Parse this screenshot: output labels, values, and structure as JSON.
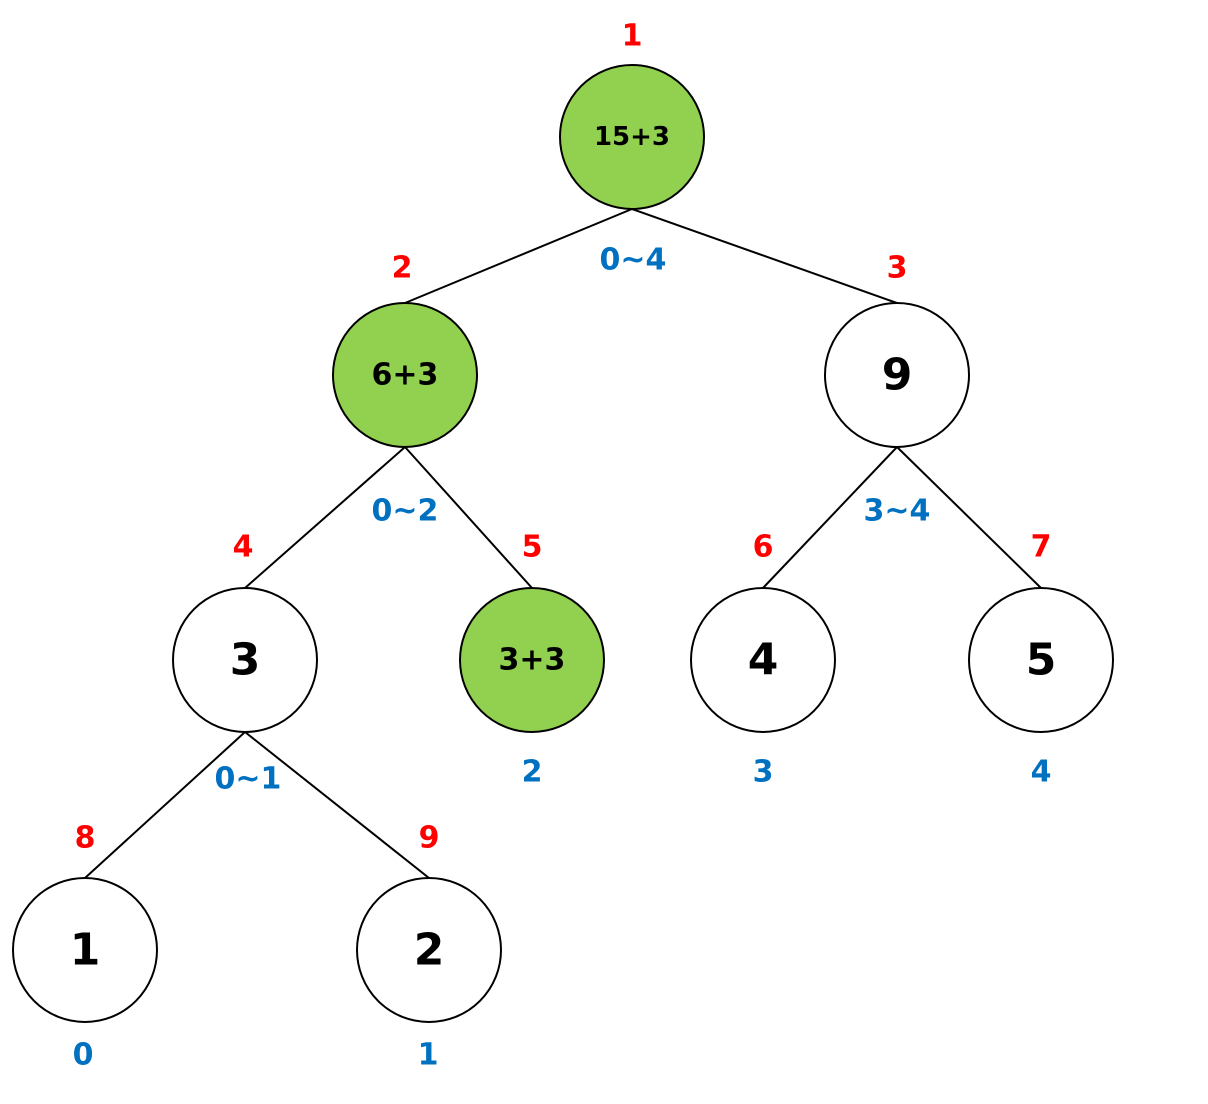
{
  "colors": {
    "index_label": "#ff0000",
    "range_label": "#0070c0",
    "highlight_fill": "#92d050",
    "normal_fill": "#ffffff",
    "edge": "#000000"
  },
  "nodes": [
    {
      "id": "n1",
      "index": "1",
      "value": "15+3",
      "range": "0~4",
      "highlighted": true
    },
    {
      "id": "n2",
      "index": "2",
      "value": "6+3",
      "range": "0~2",
      "highlighted": true
    },
    {
      "id": "n3",
      "index": "3",
      "value": "9",
      "range": "3~4",
      "highlighted": false
    },
    {
      "id": "n4",
      "index": "4",
      "value": "3",
      "range": "0~1",
      "highlighted": false
    },
    {
      "id": "n5",
      "index": "5",
      "value": "3+3",
      "range": "2",
      "highlighted": true
    },
    {
      "id": "n6",
      "index": "6",
      "value": "4",
      "range": "3",
      "highlighted": false
    },
    {
      "id": "n7",
      "index": "7",
      "value": "5",
      "range": "4",
      "highlighted": false
    },
    {
      "id": "n8",
      "index": "8",
      "value": "1",
      "range": "0",
      "highlighted": false
    },
    {
      "id": "n9",
      "index": "9",
      "value": "2",
      "range": "1",
      "highlighted": false
    }
  ],
  "edges": [
    [
      "n1",
      "n2"
    ],
    [
      "n1",
      "n3"
    ],
    [
      "n2",
      "n4"
    ],
    [
      "n2",
      "n5"
    ],
    [
      "n3",
      "n6"
    ],
    [
      "n3",
      "n7"
    ],
    [
      "n4",
      "n8"
    ],
    [
      "n4",
      "n9"
    ]
  ]
}
